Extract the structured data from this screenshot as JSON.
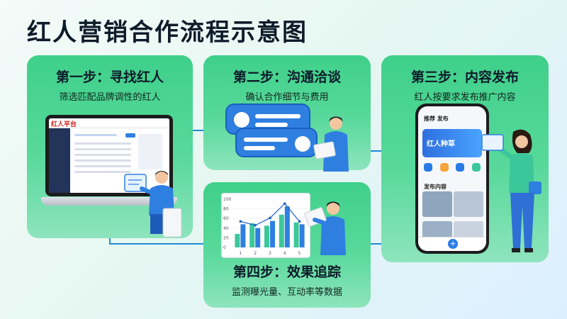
{
  "title": "红人营销合作流程示意图",
  "steps": [
    {
      "heading": "第一步：寻找红人",
      "desc": "筛选匹配品牌调性的红人"
    },
    {
      "heading": "第二步：沟通洽谈",
      "desc": "确认合作细节与费用"
    },
    {
      "heading": "第三步：内容发布",
      "desc": "红人按要求发布推广内容"
    },
    {
      "heading": "第四步：效果追踪",
      "desc": "监测曝光量、互动率等数据"
    }
  ],
  "laptop": {
    "brand": "红人平台"
  },
  "chart_data": {
    "type": "bar",
    "categories": [
      "1",
      "2",
      "3",
      "4",
      "5"
    ],
    "series": [
      {
        "values": [
          28,
          50,
          45,
          68,
          52
        ]
      },
      {
        "values": [
          48,
          40,
          55,
          85,
          48
        ]
      }
    ],
    "ylim": [
      0,
      100
    ],
    "yticks": [
      "100",
      "80",
      "60",
      "40",
      "20",
      "0"
    ],
    "colors": [
      "#3cc79a",
      "#2f7fe0"
    ]
  },
  "phone": {
    "tabs": "推荐   发布",
    "banner": "红人种草",
    "section": "发布内容"
  },
  "colors": {
    "accent": "#1f8bd8",
    "card": "#4fd494",
    "title": "#0d1b2a"
  }
}
